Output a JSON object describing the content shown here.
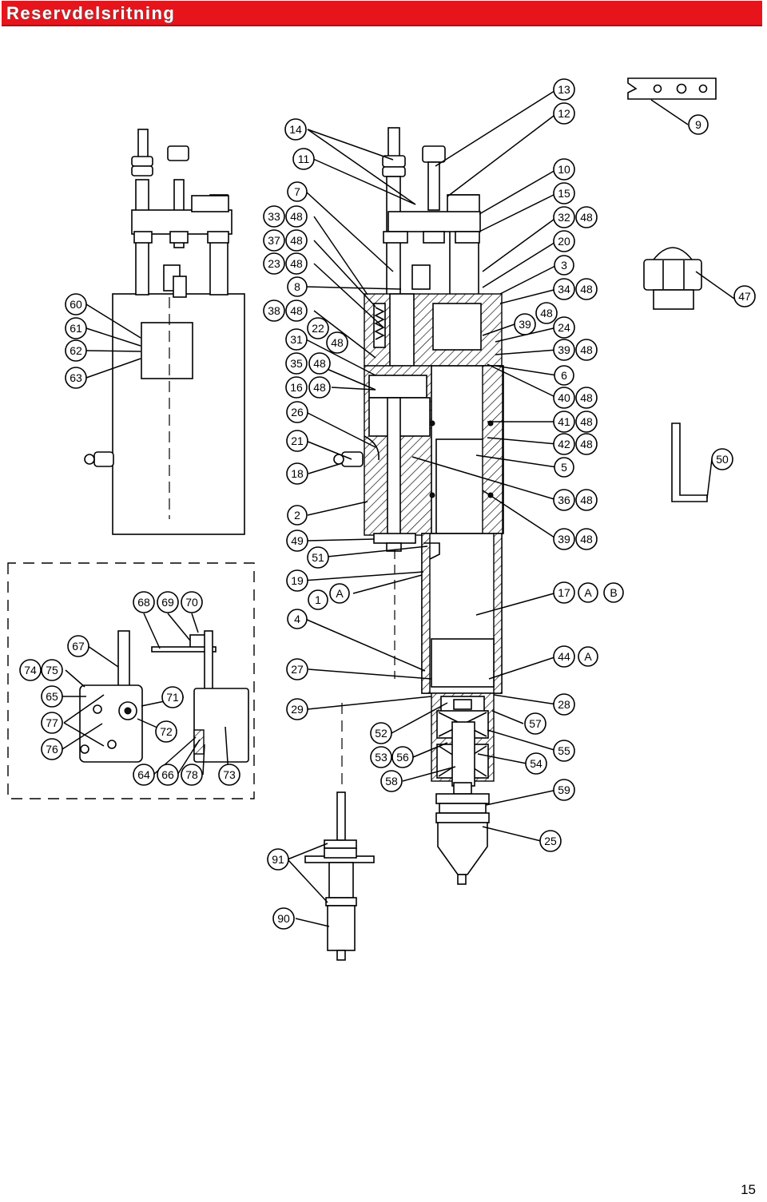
{
  "header": {
    "title": "Reservdelsritning",
    "color": "#e8141c"
  },
  "footer": {
    "page_number": "15"
  },
  "diagram": {
    "labels": [
      "14",
      "11",
      "7",
      "33",
      "48",
      "37",
      "48",
      "23",
      "48",
      "8",
      "38",
      "48",
      "22",
      "31",
      "48",
      "35",
      "48",
      "16",
      "48",
      "26",
      "21",
      "18",
      "2",
      "49",
      "51",
      "19",
      "1",
      "A",
      "4",
      "27",
      "29",
      "13",
      "12",
      "9",
      "10",
      "15",
      "32",
      "48",
      "20",
      "3",
      "34",
      "48",
      "39",
      "48",
      "24",
      "39",
      "48",
      "6",
      "40",
      "48",
      "41",
      "48",
      "42",
      "48",
      "5",
      "36",
      "48",
      "39",
      "48",
      "17",
      "A",
      "B",
      "44",
      "A",
      "28",
      "57",
      "55",
      "54",
      "59",
      "25",
      "47",
      "50",
      "60",
      "61",
      "62",
      "63",
      "68",
      "69",
      "70",
      "67",
      "74",
      "75",
      "65",
      "71",
      "77",
      "72",
      "76",
      "64",
      "66",
      "78",
      "73",
      "52",
      "53",
      "56",
      "58",
      "91",
      "90"
    ]
  }
}
